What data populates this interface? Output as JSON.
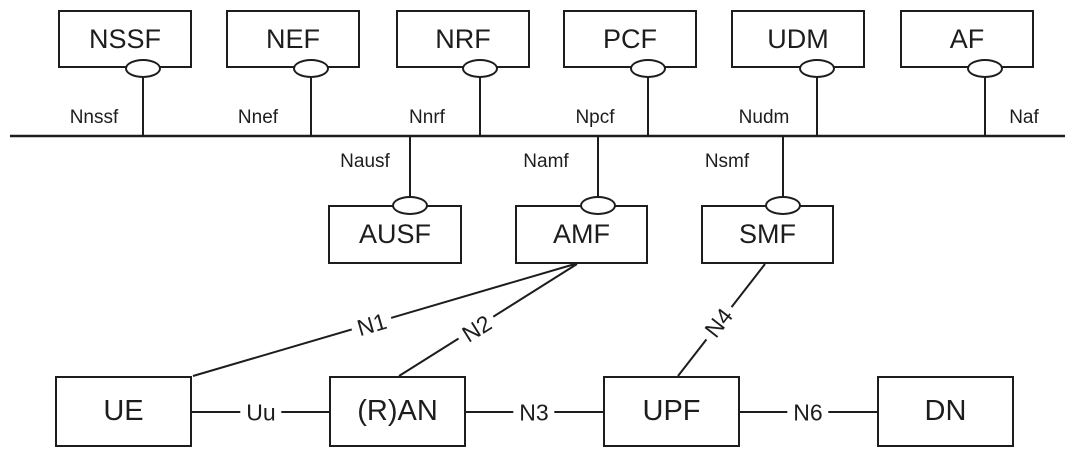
{
  "nodes": {
    "nssf": "NSSF",
    "nef": "NEF",
    "nrf": "NRF",
    "pcf": "PCF",
    "udm": "UDM",
    "af": "AF",
    "ausf": "AUSF",
    "amf": "AMF",
    "smf": "SMF",
    "ue": "UE",
    "ran": "(R)AN",
    "upf": "UPF",
    "dn": "DN"
  },
  "interfaces": {
    "nnssf": "Nnssf",
    "nnef": "Nnef",
    "nnrf": "Nnrf",
    "npcf": "Npcf",
    "nudm": "Nudm",
    "naf": "Naf",
    "nausf": "Nausf",
    "namf": "Namf",
    "nsmf": "Nsmf"
  },
  "links": {
    "n1": "N1",
    "n2": "N2",
    "n3": "N3",
    "n4": "N4",
    "n6": "N6",
    "uu": "Uu"
  },
  "colors": {
    "line": "#1d1d1d",
    "background": "#ffffff"
  }
}
